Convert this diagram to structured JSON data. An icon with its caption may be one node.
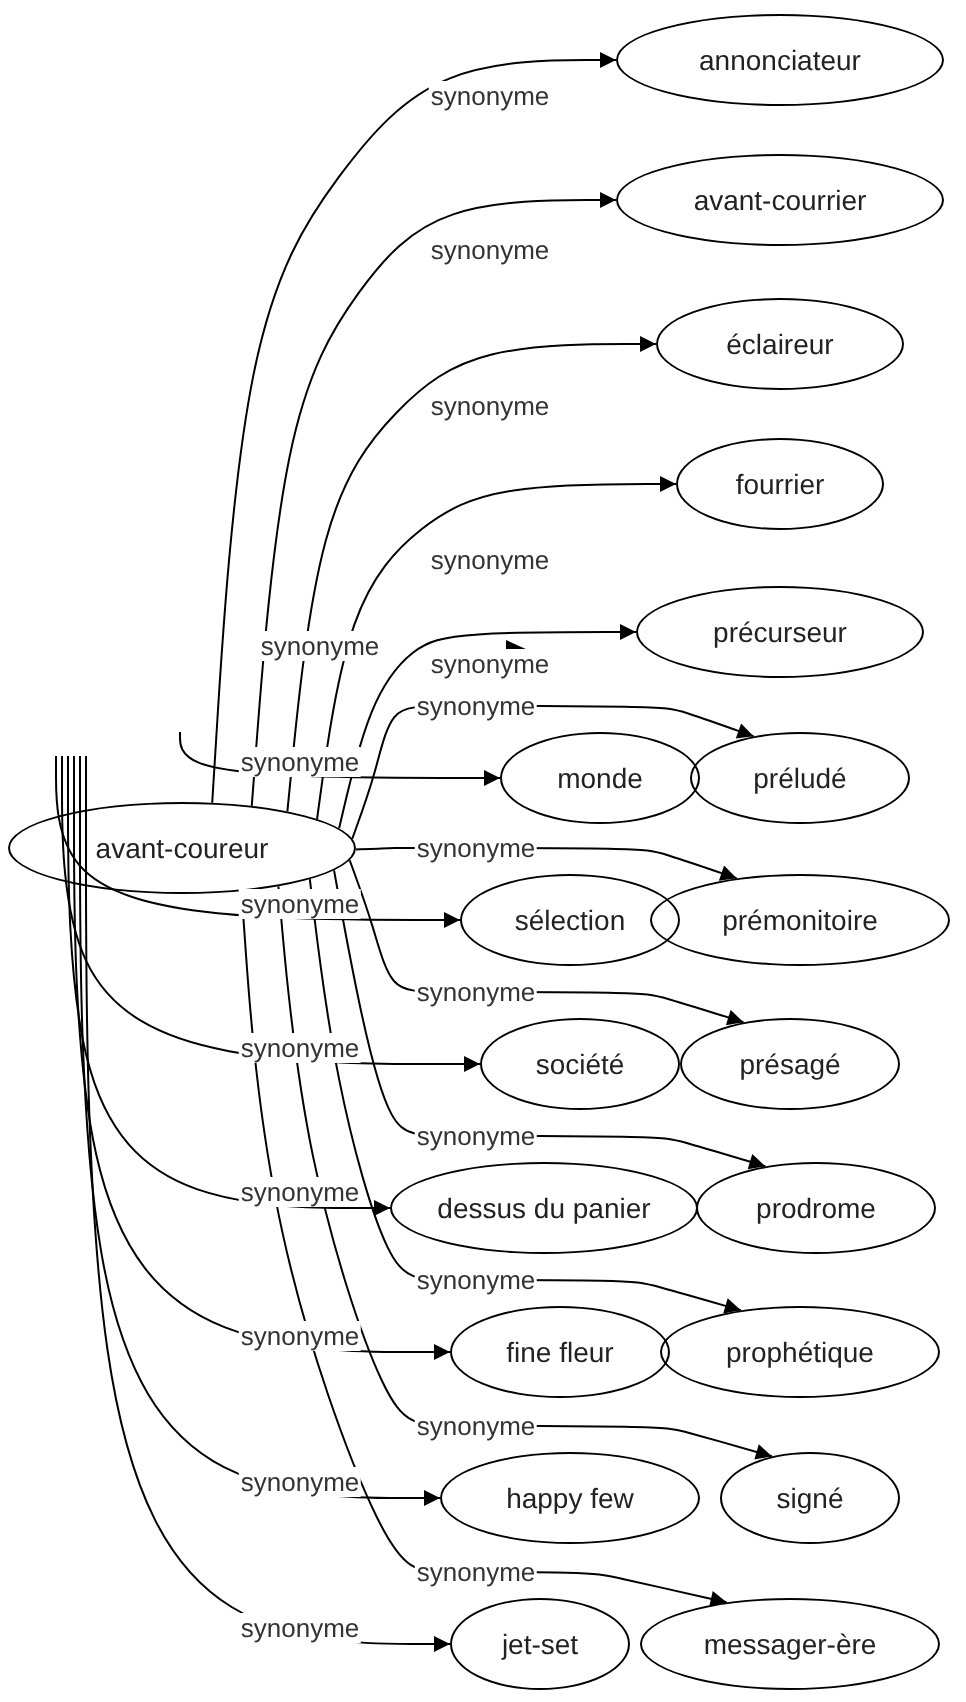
{
  "diagram": {
    "nodes": [
      {
        "text": [
          "avant-coureur"
        ]
      },
      {
        "text": [
          "annonciateur"
        ]
      },
      {
        "text": [
          "avant-courrier"
        ]
      },
      {
        "text": [
          "éclaireur"
        ]
      },
      {
        "text": [
          "fourrier"
        ]
      },
      {
        "text": [
          "précurseur"
        ]
      },
      {
        "text": [
          "monde"
        ]
      },
      {
        "text": [
          "préludé"
        ]
      },
      {
        "text": [
          "sélection"
        ]
      },
      {
        "text": [
          "prémonitoire"
        ]
      },
      {
        "text": [
          "société"
        ]
      },
      {
        "text": [
          "présagé"
        ]
      },
      {
        "text": [
          "dessus du panier"
        ]
      },
      {
        "text": [
          "prodrome"
        ]
      },
      {
        "text": [
          "fine fleur"
        ]
      },
      {
        "text": [
          "prophétique"
        ]
      },
      {
        "text": [
          "happy few"
        ]
      },
      {
        "text": [
          "signé"
        ]
      },
      {
        "text": [
          "jet-set"
        ]
      },
      {
        "text": [
          "messager-ère"
        ]
      }
    ],
    "edges": [
      {
        "from": 0,
        "to": 1,
        "arrow": "to",
        "label": "synonyme"
      },
      {
        "from": 0,
        "to": 2,
        "arrow": "to",
        "label": "synonyme"
      },
      {
        "from": 0,
        "to": 3,
        "arrow": "to",
        "label": "synonyme"
      },
      {
        "from": 0,
        "to": 4,
        "arrow": "to",
        "label": "synonyme"
      },
      {
        "from": 0,
        "to": 5,
        "arrow": "to",
        "label": "synonyme"
      },
      {
        "from": 0,
        "to": 7,
        "arrow": "to",
        "label": "synonyme"
      },
      {
        "from": 0,
        "to": 9,
        "arrow": "to",
        "label": "synonyme"
      },
      {
        "from": 0,
        "to": 11,
        "arrow": "to",
        "label": "synonyme"
      },
      {
        "from": 0,
        "to": 13,
        "arrow": "to",
        "label": "synonyme"
      },
      {
        "from": 0,
        "to": 15,
        "arrow": "to",
        "label": "synonyme"
      },
      {
        "from": 0,
        "to": 17,
        "arrow": "to",
        "label": "synonyme"
      },
      {
        "from": 0,
        "to": 19,
        "arrow": "to",
        "label": "synonyme"
      },
      {
        "from": null,
        "to": 6,
        "arrow": "to",
        "label": "synonyme"
      },
      {
        "from": null,
        "to": 8,
        "arrow": "to",
        "label": "synonyme"
      },
      {
        "from": null,
        "to": 10,
        "arrow": "to",
        "label": "synonyme"
      },
      {
        "from": null,
        "to": 12,
        "arrow": "to",
        "label": "synonyme"
      },
      {
        "from": null,
        "to": 14,
        "arrow": "to",
        "label": "synonyme"
      },
      {
        "from": null,
        "to": 16,
        "arrow": "to",
        "label": "synonyme"
      },
      {
        "from": null,
        "to": 18,
        "arrow": "to",
        "label": "synonyme"
      }
    ],
    "labels": [
      "synonyme"
    ]
  }
}
